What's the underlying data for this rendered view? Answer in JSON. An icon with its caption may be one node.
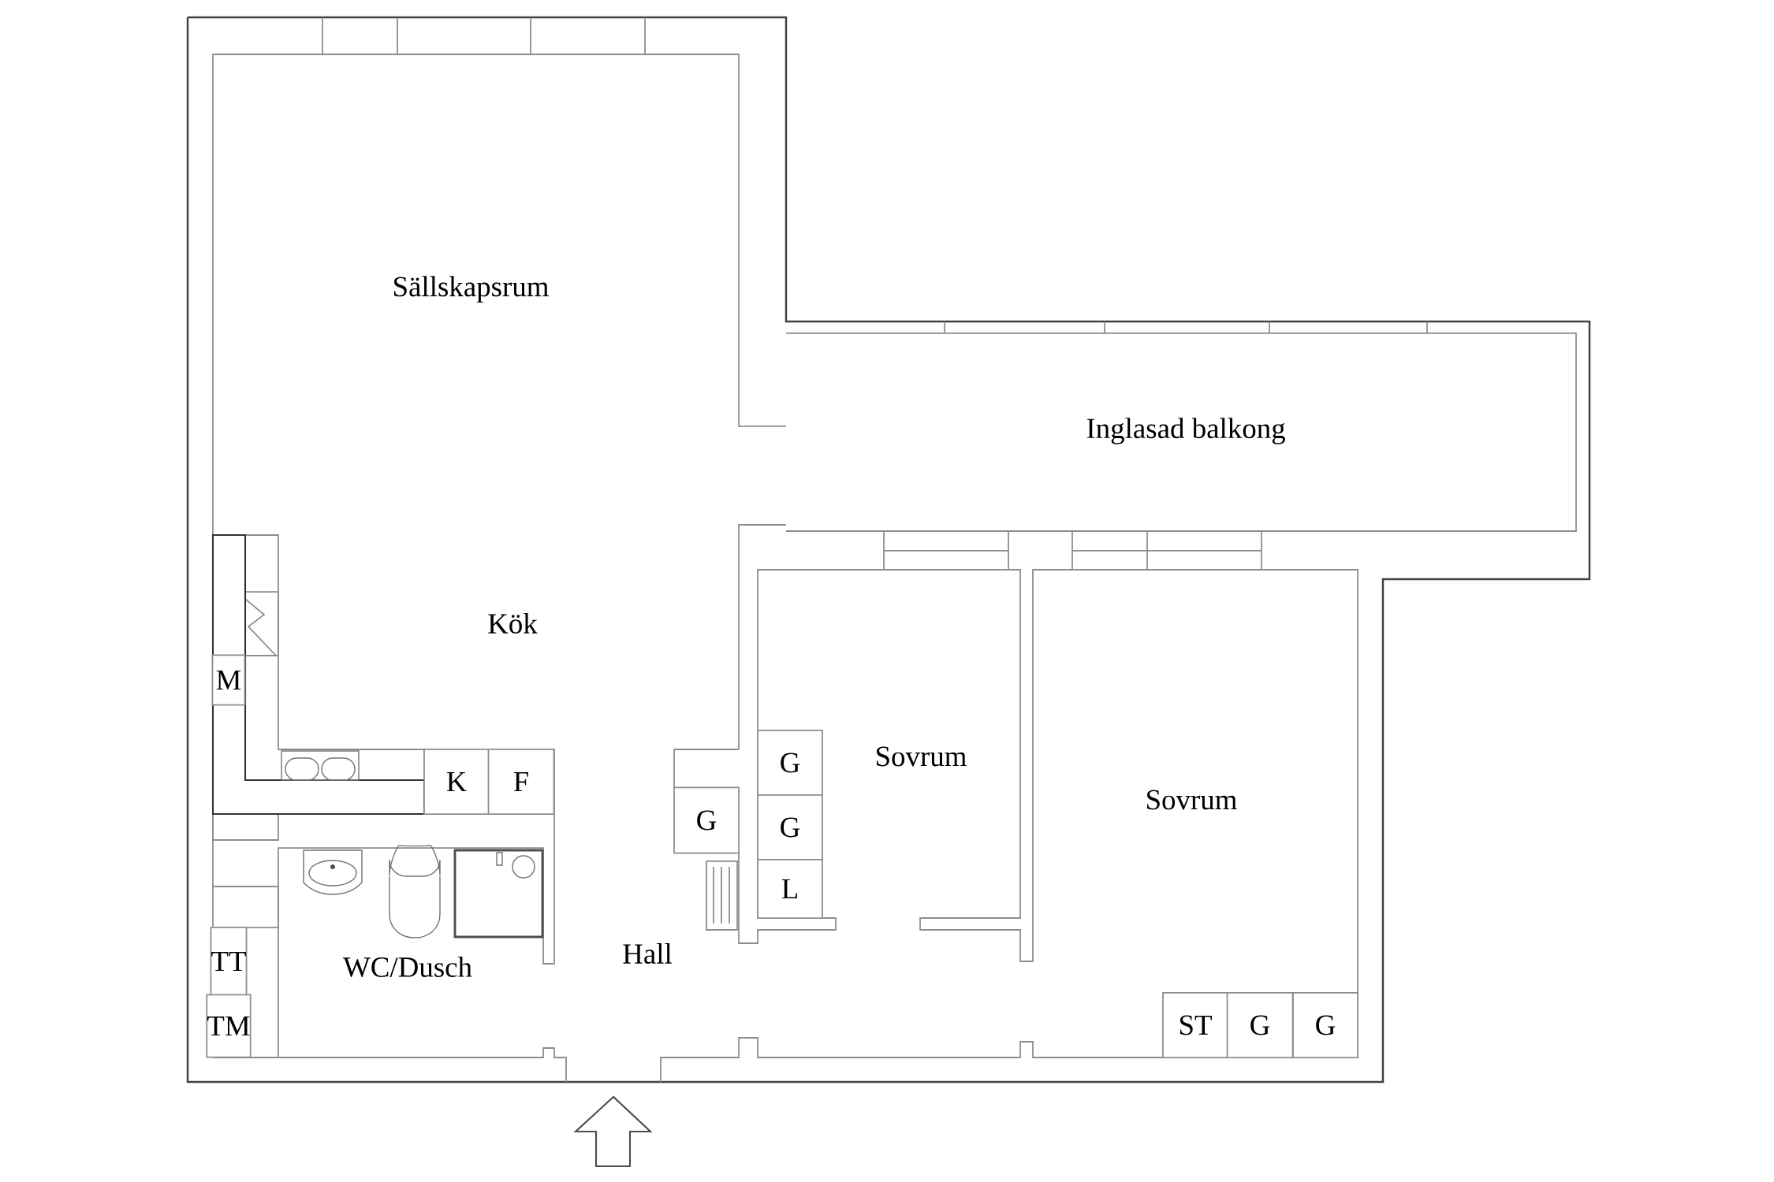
{
  "diagram": {
    "nodes": [
      {
        "text": [
          "M"
        ]
      },
      {
        "text": [
          "K"
        ]
      },
      {
        "text": [
          "F"
        ]
      },
      {
        "text": [
          "G"
        ]
      },
      {
        "text": [
          "G"
        ]
      },
      {
        "text": [
          "G"
        ]
      },
      {
        "text": [
          "L"
        ]
      },
      {
        "text": [
          "TT"
        ]
      },
      {
        "text": [
          "TM"
        ]
      },
      {
        "text": [
          "ST"
        ]
      },
      {
        "text": [
          "G"
        ]
      },
      {
        "text": [
          "G"
        ]
      }
    ],
    "labels": [
      "Sällskapsrum",
      "Inglasad balkong",
      "Kök",
      "Sovrum",
      "Sovrum",
      "Hall",
      "WC/Dusch"
    ]
  }
}
